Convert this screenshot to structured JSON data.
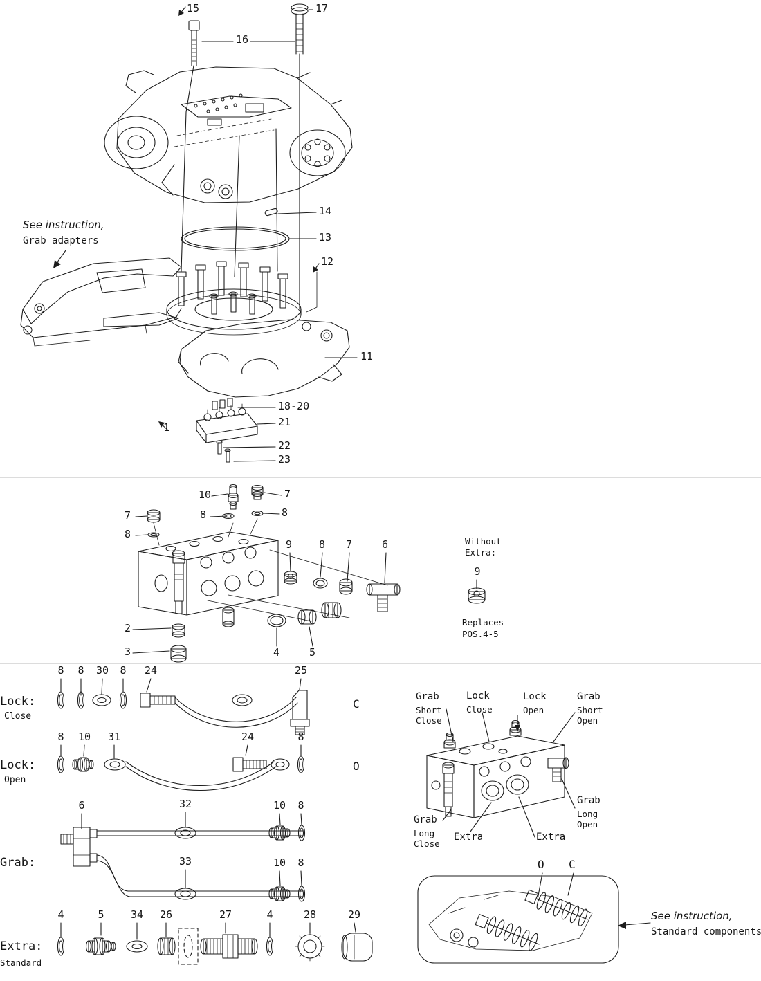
{
  "page": {
    "ink": "#1c1c1c",
    "background": "#ffffff"
  },
  "top_section": {
    "note": {
      "line1": "See instruction,",
      "line2": "Grab adapters"
    },
    "callouts": {
      "c15": "15",
      "c16": "16",
      "c17": "17",
      "c14": "14",
      "c13": "13",
      "c12": "12",
      "c11": "11",
      "c18_20": "18-20",
      "c21": "21",
      "c22": "22",
      "c23": "23",
      "c1": "1"
    }
  },
  "middle_section": {
    "callouts": {
      "c10": "10",
      "c7_top": "7",
      "c7_left": "7",
      "c7_right": "7",
      "c8_mid": "8",
      "c8_top": "8",
      "c8_left": "8",
      "c8_right": "8",
      "c9": "9",
      "c6": "6",
      "c2": "2",
      "c3": "3",
      "c4": "4",
      "c5": "5"
    },
    "without_extra": {
      "line1": "Without",
      "line2": "Extra:",
      "callout": "9",
      "note1": "Replaces",
      "note2": "POS.4-5"
    }
  },
  "hose_kits": {
    "lock_close": {
      "title": "Lock:",
      "subtitle": "Close",
      "letter": "C",
      "callouts": [
        "8",
        "8",
        "30",
        "8",
        "24",
        "25"
      ]
    },
    "lock_open": {
      "title": "Lock:",
      "subtitle": "Open",
      "letter": "O",
      "callouts": [
        "8",
        "10",
        "31",
        "24",
        "8"
      ]
    },
    "grab": {
      "title": "Grab:",
      "callouts_top": [
        "6",
        "32",
        "10",
        "8"
      ],
      "callouts_bottom": [
        "33",
        "10",
        "8"
      ]
    },
    "extra": {
      "title": "Extra:",
      "subtitle": "Standard",
      "callouts": [
        "4",
        "5",
        "34",
        "26",
        "27",
        "4",
        "28",
        "29"
      ]
    }
  },
  "port_diagram": {
    "labels": {
      "grab_short_close": {
        "l1": "Grab",
        "l2": "Short",
        "l3": "Close"
      },
      "lock_close": {
        "l1": "Lock",
        "l2": "Close"
      },
      "lock_open": {
        "l1": "Lock",
        "l2": "Open"
      },
      "grab_short_open": {
        "l1": "Grab",
        "l2": "Short",
        "l3": "Open"
      },
      "grab_long_close": {
        "l1": "Grab",
        "l2": "Long",
        "l3": "Close"
      },
      "extra_left": "Extra",
      "extra_right": "Extra",
      "grab_long_open": {
        "l1": "Grab",
        "l2": "Long",
        "l3": "Open"
      }
    }
  },
  "cylinder_diagram": {
    "o": "O",
    "c": "C",
    "note": {
      "line1": "See instruction,",
      "line2": "Standard components"
    }
  }
}
